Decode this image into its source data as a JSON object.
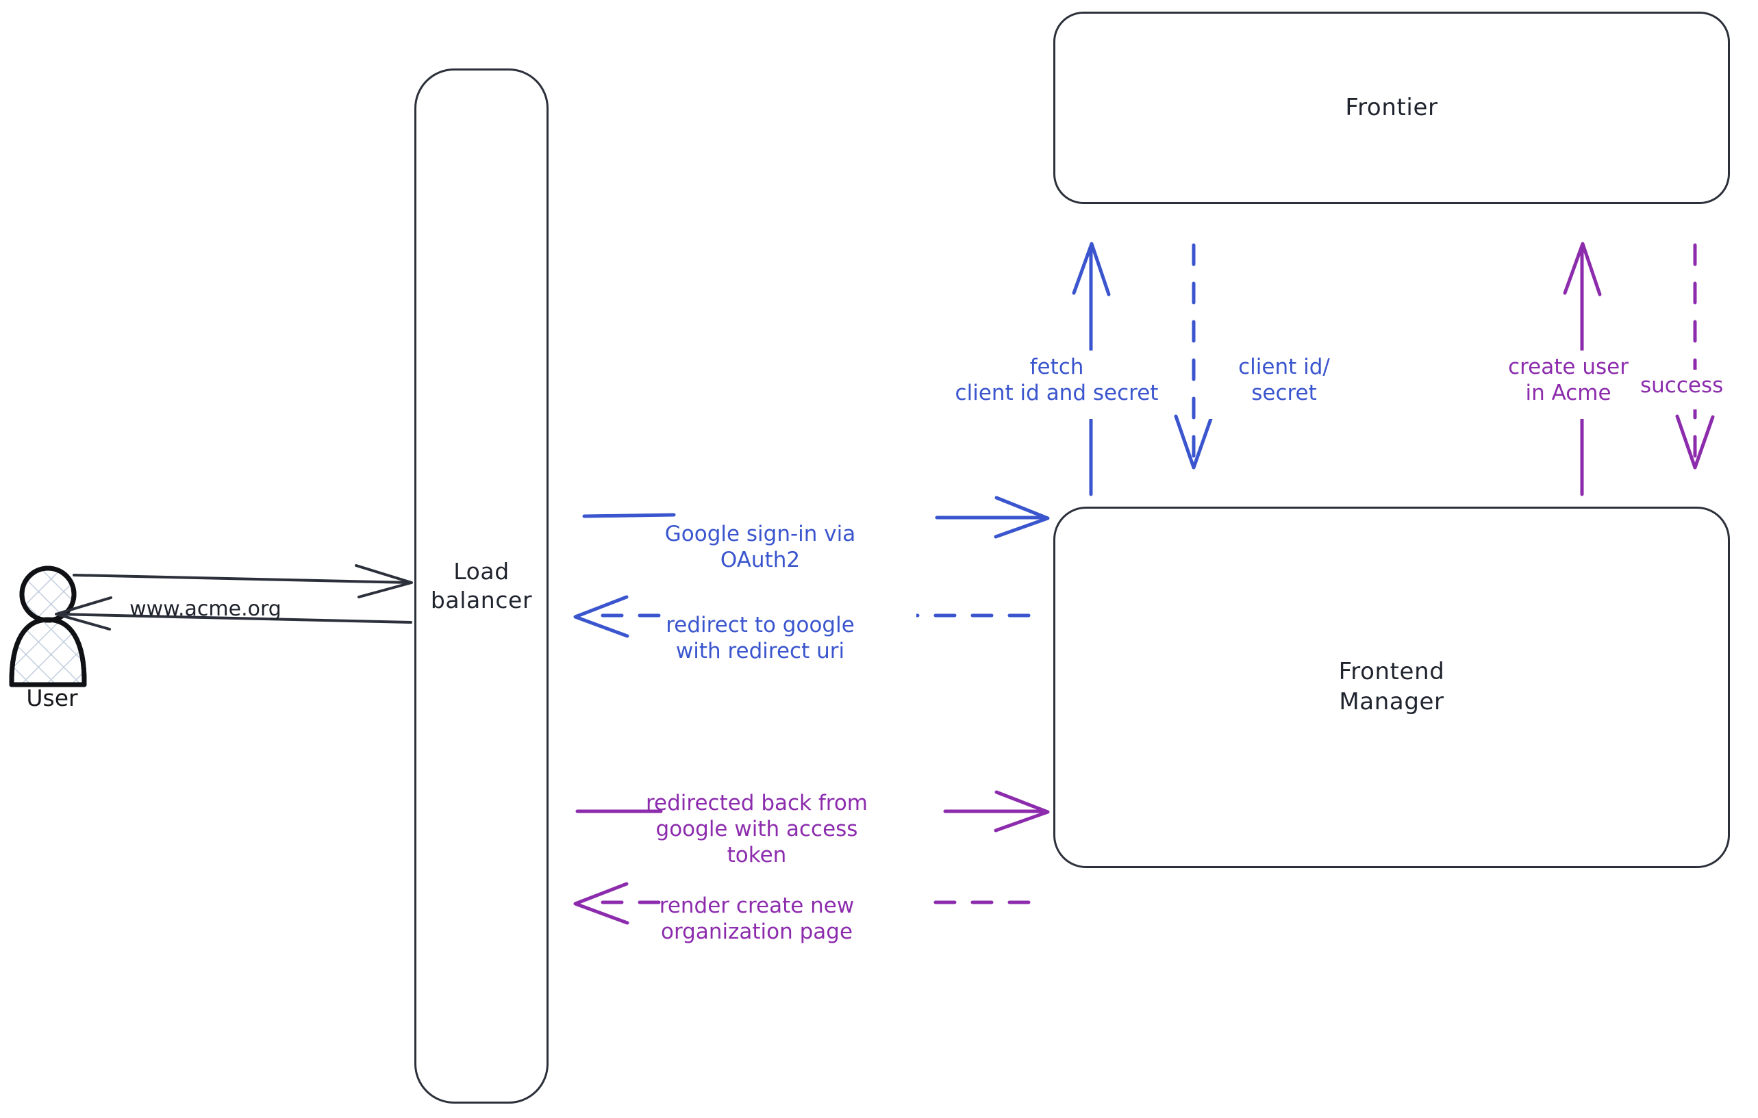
{
  "diagram": {
    "title": "Google OAuth2 sign-in sequence",
    "background": "#ffffff",
    "colors": {
      "stroke_dark": "#2b303a",
      "blue": "#3a55cd",
      "purple": "#8c2cad",
      "hatch": "#c3cede"
    },
    "nodes": [
      {
        "id": "user",
        "label": "User",
        "shape": "actor"
      },
      {
        "id": "load-balancer",
        "label": "Load\nbalancer",
        "shape": "rounded-rect"
      },
      {
        "id": "frontier",
        "label": "Frontier",
        "shape": "rounded-rect"
      },
      {
        "id": "frontend-manager",
        "label": "Frontend\nManager",
        "shape": "rounded-rect"
      }
    ],
    "edges": [
      {
        "id": "www-acme",
        "label": "www.acme.org",
        "from": "user",
        "to": "load-balancer",
        "style": "solid",
        "color": "#1e222b",
        "direction": "right"
      },
      {
        "id": "lb-to-user",
        "label": "",
        "from": "load-balancer",
        "to": "user",
        "style": "solid",
        "color": "#1e222b",
        "direction": "left"
      },
      {
        "id": "google-signin",
        "label": "Google sign-in via\nOAuth2",
        "from": "load-balancer",
        "to": "frontend-manager",
        "style": "solid",
        "color": "#3a55cd",
        "direction": "right"
      },
      {
        "id": "redirect-google",
        "label": "redirect to google\nwith redirect uri",
        "from": "frontend-manager",
        "to": "load-balancer",
        "style": "dashed",
        "color": "#3a55cd",
        "direction": "left"
      },
      {
        "id": "redirected-back",
        "label": "redirected back from\ngoogle with access\ntoken",
        "from": "load-balancer",
        "to": "frontend-manager",
        "style": "solid",
        "color": "#8c2cad",
        "direction": "right"
      },
      {
        "id": "render-create-org",
        "label": "render create new\norganization page",
        "from": "frontend-manager",
        "to": "load-balancer",
        "style": "dashed",
        "color": "#8c2cad",
        "direction": "left"
      },
      {
        "id": "fetch-client",
        "label": "fetch\nclient id and secret",
        "from": "frontend-manager",
        "to": "frontier",
        "style": "solid",
        "color": "#3a55cd",
        "direction": "up"
      },
      {
        "id": "client-secret",
        "label": "client id/\nsecret",
        "from": "frontier",
        "to": "frontend-manager",
        "style": "dashed",
        "color": "#3a55cd",
        "direction": "down"
      },
      {
        "id": "create-user",
        "label": "create user\nin Acme",
        "from": "frontend-manager",
        "to": "frontier",
        "style": "solid",
        "color": "#8c2cad",
        "direction": "up"
      },
      {
        "id": "success",
        "label": "success",
        "from": "frontier",
        "to": "frontend-manager",
        "style": "dashed",
        "color": "#8c2cad",
        "direction": "down"
      }
    ]
  }
}
